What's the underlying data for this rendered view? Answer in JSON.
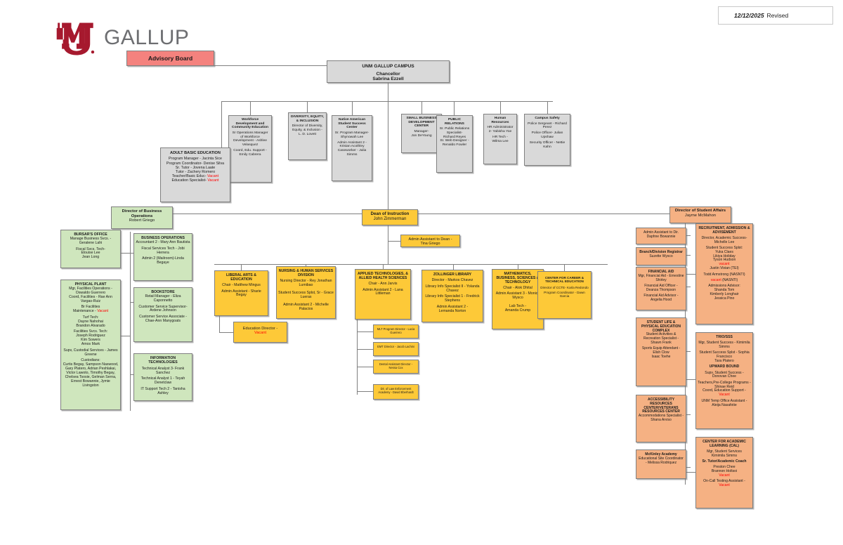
{
  "header": {
    "logo_word": "GALLUP",
    "logo_mark": "unm-logo",
    "revision_date": "12/12/2025",
    "revision_label": "Revised"
  },
  "advisory_board": {
    "title": "Advisory Board"
  },
  "chancellor": {
    "title": "UNM GALLUP CAMPUS",
    "role": "Chancellor",
    "name": "Sabrina Ezzell"
  },
  "chancellor_directs": [
    {
      "title": "Workforce Development and Community Education",
      "lines": [
        "Sr Operations Manager of Workforce Development - Ashlee Velasquez",
        "",
        "Coord, Edu. Support - Emily Cabrera"
      ]
    },
    {
      "title": "DIVERSITY, EQUITY, & INCLUSION",
      "lines": [
        "Director of Diversity, Equity, & Inclusion -",
        "L. D. Lovett"
      ]
    },
    {
      "title": "Native American Student Success Center",
      "lines": [
        "Sr.  Program Manager- Shynowah Lee",
        "",
        "Admin Assistant 2 - Kristan Acothley",
        "Caseworker - Julia Simms"
      ]
    },
    {
      "title": "SMALL BUSINESS DEVELOPMENT CENTER",
      "lines": [
        "Manager-",
        "Jon DeYoung"
      ]
    },
    {
      "title": "PUBLIC RELATIONS",
      "lines": [
        "Sr. Public Relations Specialist-",
        "Richard Reyes",
        "Sr. Web Designer -",
        "Renaldo Fowler"
      ]
    },
    {
      "title": "Human Resources",
      "lines": [
        "HR Administrator 2- Yabisha Yoe",
        "",
        "HR Tech -",
        "Wilma Lee"
      ]
    },
    {
      "title": "Campus Safety",
      "lines": [
        "Police Sergeant - Richard Perez",
        "",
        "Police Officer- Julian Upshaw",
        "",
        "Security Officer - Nettie Kahn"
      ]
    }
  ],
  "adult_basic_education": {
    "title": "ADULT BASIC EDUCATION",
    "lines": [
      {
        "t": "Program Manager - Jacinta Sice"
      },
      {
        "t": "Program Coordinator- Denise Silva"
      },
      {
        "t": "Sr. Tutor - Jovena Laate"
      },
      {
        "t": "Tutor  -  Zachery Romero"
      },
      {
        "t": "Teacher/Basic Educ- ",
        "v": "Vacant"
      },
      {
        "t": "Education Specialist- ",
        "v": "Vacant"
      }
    ]
  },
  "directors": {
    "business_operations": {
      "title": "Director of Business Operations",
      "name": "Robert Griego"
    },
    "instruction": {
      "title": "Dean of Instruction",
      "name": "John Zimmerman"
    },
    "student_affairs": {
      "title": "Director of Student Affairs",
      "name": "Jayme McMahon"
    }
  },
  "dean_admin": {
    "lines": [
      "Admin Assistant to Dean -",
      "Tina Griego"
    ]
  },
  "business_column": [
    {
      "title": "BURSAR'S OFFICE",
      "lines": [
        "Manage Business Svcs. - Geralene Lahi",
        "",
        "Fiscal Svcs. Tech-",
        "Elouise Lee",
        "Jean Long"
      ]
    },
    {
      "title": "PHYSICAL PLANT",
      "lines": [
        "Mgr, Facilities Operations - Oswaldo Guerrero",
        "Coord, Facilities -  Rae Ann Vargas-Ruiz",
        "",
        "Br Facilities"
      ]
    }
  ],
  "physical_plant": {
    "title": "PHYSICAL PLANT",
    "blocks": [
      {
        "t": "Mgr, Facilities Operations - Oswaldo Guerrero"
      },
      {
        "t": "Coord, Facilities -  Rae Ann Vargas-Ruiz"
      },
      {
        "gap": true
      },
      {
        "t": "Br Facilities"
      },
      {
        "t": "Maintenance - ",
        "v": "Vacant"
      },
      {
        "gap": true
      },
      {
        "t": "Turf Tech:"
      },
      {
        "t": "Dayne Nahohai"
      },
      {
        "t": "Brandon Alvarado"
      },
      {
        "gap": true
      },
      {
        "t": "Facilities Svcs. Tech:"
      },
      {
        "t": "Joseph Rodriguez"
      },
      {
        "t": "Kim Sowers"
      },
      {
        "t": "Amos Mark"
      },
      {
        "gap": true
      },
      {
        "t": "Supv, Custodial Services - James Greene"
      },
      {
        "gap": true
      },
      {
        "t": "Custodians:"
      },
      {
        "t": "Curtis Begay,  Sampson Naswood, Gary Platero, Adrian Peshlakai, Victor Lawoto, Timothy Begay, Chelsea Tsosie,  Gelman Serna, Ernest Bowannie, Jymie Livingston"
      }
    ]
  },
  "business_ops": {
    "title": "BUSINESS OPERATIONS",
    "lines": [
      "Accountant 2 - Mary Ann Bautista",
      "",
      "Fiscal Services Tech - Jobi Herrera",
      "",
      "Admin 2 (Mailroom)-Linda Begaye"
    ]
  },
  "bookstore": {
    "title": "BOOKSTORE",
    "lines": [
      "Retail Manager - Eliza Caponnetto",
      "",
      "Customer Service Supervisor- Ardene Johnson",
      "",
      "Customer Service Associate -",
      "Chae-Ann Manygoats"
    ]
  },
  "information_technologies": {
    "title": "INFORMATION TECHNOLOGIES",
    "lines": [
      "",
      "Technical Analyst 3- Frank Sanchez",
      "",
      "Technical Analyst 1 - Teyah Denetclaw",
      "",
      "IT Support Tech 2 - Tanisha Ashley"
    ]
  },
  "academic_divisions": [
    {
      "title": "LIBERAL ARTS & EDUCATION",
      "lines": [
        "Chair - Matthew Mingus",
        "",
        "Admin Assistant  - Sharie Begay"
      ]
    },
    {
      "title": "NURSING & HUMAN SERVICES DIVISION",
      "lines": [
        "Nursing Director - Rey Jonathan Lumibao",
        "",
        "",
        "Student Success Splst, Sr - Grace Lueras",
        "",
        "",
        "Admin Assistant 2 - Michelle Palacios"
      ]
    },
    {
      "title": "APPLIED TECHNOLOGIES, & ALLIED HEALTH SCIENCES",
      "lines": [
        "Chair - Ann Jarvis",
        "",
        "Admin Assistant 2 - Lana Littleman"
      ]
    },
    {
      "title": "ZOLLINGER LIBRARY",
      "lines": [
        "Director - Markos Chavez",
        "",
        "Library Info Specialist II - Yolanda Chavez",
        "",
        "Library Info Specialist 1 - Fredrick Stephens",
        "",
        "Admin Assistant 2 -",
        "Lemanda Norton"
      ]
    },
    {
      "title": "MATHEMATICS, BUSINESS, SCIENCES & TECHNOLOGY",
      "lines": [
        "Chair - Alok Dhital",
        "",
        "Admin Assistant 3 - Monica Wysco",
        "",
        "",
        "Lab  Tech -",
        "Amanda Crump"
      ]
    }
  ],
  "education_director": {
    "lines": [
      "Education Director -"
    ],
    "vacant": "Vacant"
  },
  "career_tech_center": {
    "title": "CENTER FOR CAREER & TECHNICAL EDUCATION",
    "lines": [
      "Director of CCTE- Karla Redondo",
      "",
      "Program Coordinator - Dawn Garcia"
    ]
  },
  "applied_tech_subunits": [
    {
      "lines": [
        "MLT Program Director - Lucia Guerrero"
      ]
    },
    {
      "lines": [
        "EMT Director - Jacob Lachini"
      ]
    },
    {
      "lines": [
        "Dental Assistant Director -  Nessa Cox"
      ]
    },
    {
      "lines": [
        "Dir. of Law Enforcement Academy - David Eberhardt"
      ]
    }
  ],
  "student_affairs_column": [
    {
      "style": "orange",
      "title": "",
      "lines": [
        "Admin Assistant to Dir.",
        "Daphne Bowannie"
      ]
    },
    {
      "style": "orange",
      "title": "Branch/Division Registrar",
      "lines": [
        "Suzette Wysco"
      ]
    },
    {
      "style": "orange",
      "title": "FINANCIAL AID",
      "lines": [
        "Mgr, Financial Aid - Ernestine Shirley",
        "",
        "Financial Aid Officer - Deanza Thompson",
        "",
        "Financial Aid Advisor - Angelia Hood"
      ]
    },
    {
      "style": "orange",
      "title": "STUDENT LIFE & PHYSICAL EDUCATION COMPLEX",
      "lines": [
        "Student Activities & Recreation Specialist -",
        "Shawn Frank",
        "",
        "Sports Equip Attendant -",
        "Elish Clow",
        "Isaac Toehe"
      ]
    },
    {
      "style": "orange",
      "title": "ACCESSIBILITY RESOURCES CENTER/VETERANS RESOURCES CENTER",
      "lines": [
        "Accommodations Specialist - Shana Arviso"
      ]
    },
    {
      "style": "orange",
      "title": "McKinley Academy",
      "lines": [
        "Educational Site Coordinator - Melissa Rodriquez"
      ]
    }
  ],
  "recruitment": {
    "title": "RECRUITMENT, ADMISSION & ADVISEMENT",
    "blocks": [
      {
        "t": "Director, Academic Success- Michelle Lee"
      },
      {
        "gap": true
      },
      {
        "t": "Student Success Splst:"
      },
      {
        "t": "Yuka Claes"
      },
      {
        "t": "Likiya Holiday"
      },
      {
        "t": "Tyson Hudson"
      },
      {
        "t": "",
        "v": "vacant"
      },
      {
        "t": "Justin Vivian (TEI)"
      },
      {
        "gap": true
      },
      {
        "t": "Todd Armstrong (NASNTI)"
      },
      {
        "gap": true
      },
      {
        "t": "",
        "v": "vacant",
        "after": " (NASNTI)"
      },
      {
        "gap": true
      },
      {
        "t": "Admissions Advisor:"
      },
      {
        "t": "Shanda Tom"
      },
      {
        "t": "Kimberly Longhair"
      },
      {
        "t": "Jessica Pino"
      }
    ]
  },
  "trio": {
    "title": "TRIO/SSS",
    "blocks": [
      {
        "t": "Mgr, Student Success - Kimimila Simms"
      },
      {
        "gap": true
      },
      {
        "t": "Student Success Splst - Sophia Francisco"
      },
      {
        "t": "Tara Platero"
      },
      {
        "gap": true
      },
      {
        "t": "UPWARD BOUND",
        "b": true
      },
      {
        "gap": true
      },
      {
        "t": "Supv, Student Success  -  Donovan Chee"
      },
      {
        "gap": true
      },
      {
        "t": "Teachers,Pre-College Programs -"
      },
      {
        "t": "Shinae Reid"
      },
      {
        "t": "Coord, Education Support - ",
        "v": "Vacant"
      },
      {
        "gap": true
      },
      {
        "t": "UNM Temp Office Assistant -"
      },
      {
        "t": "Aleija Nasafotie"
      }
    ]
  },
  "cal": {
    "title": "CENTER FOR ACADEMIC LEARNING (CAL)",
    "blocks": [
      {
        "t": "Mgr, Student Services"
      },
      {
        "t": "Kimimila Simms"
      },
      {
        "gap": true
      },
      {
        "t": "Sr. Tutor/Academic Coach",
        "b": true
      },
      {
        "gap": true
      },
      {
        "t": "Preston Chee"
      },
      {
        "t": "Brannon Holtsoi"
      },
      {
        "t": "",
        "v": "Vacant"
      },
      {
        "gap": true
      },
      {
        "t": "On-Call Testing Assistant - ",
        "v": "Vacant"
      }
    ]
  },
  "colors": {
    "brand_red": "#a6192e",
    "gray_box": "#d9d9d9",
    "green_box": "#cfe6bd",
    "yellow_box": "#fdc938",
    "orange_box": "#f5b183",
    "red_box": "#f4827e",
    "vacant_text": "#ff0000",
    "line": "#7f7f7f"
  }
}
